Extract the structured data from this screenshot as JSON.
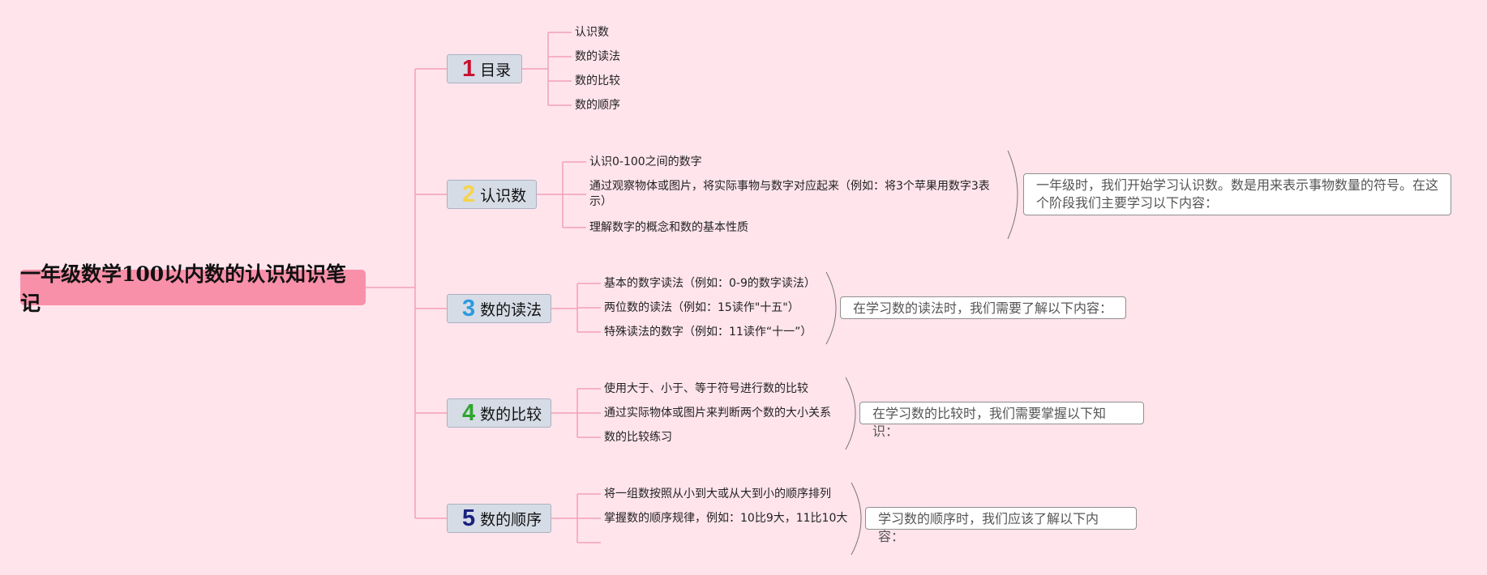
{
  "root": {
    "title": "一年级数学100以内数的认识知识笔记"
  },
  "branches": [
    {
      "num": "1",
      "label": "目录",
      "num_color": "#c8102e",
      "items": [
        "认识数",
        "数的读法",
        "数的比较",
        "数的顺序"
      ]
    },
    {
      "num": "2",
      "label": "认识数",
      "num_color": "#f5d44a",
      "items": [
        "认识0-100之间的数字",
        "通过观察物体或图片，将实际事物与数字对应起来（例如：将3个苹果用数字3表示）",
        "理解数字的概念和数的基本性质"
      ],
      "note": "一年级时，我们开始学习认识数。数是用来表示事物数量的符号。在这个阶段我们主要学习以下内容："
    },
    {
      "num": "3",
      "label": "数的读法",
      "num_color": "#2a9be0",
      "items": [
        "基本的数字读法（例如：0-9的数字读法）",
        "两位数的读法（例如：15读作\"十五\"）",
        "特殊读法的数字（例如：11读作“十一”）"
      ],
      "note": "在学习数的读法时，我们需要了解以下内容："
    },
    {
      "num": "4",
      "label": "数的比较",
      "num_color": "#2ea52e",
      "items": [
        "使用大于、小于、等于符号进行数的比较",
        "通过实际物体或图片来判断两个数的大小关系",
        "数的比较练习"
      ],
      "note": "在学习数的比较时，我们需要掌握以下知识："
    },
    {
      "num": "5",
      "label": "数的顺序",
      "num_color": "#1a237e",
      "items": [
        "将一组数按照从小到大或从大到小的顺序排列",
        "掌握数的顺序规律，例如：10比9大，11比10大",
        ""
      ],
      "note": "学习数的顺序时，我们应该了解以下内容："
    }
  ],
  "colors": {
    "background": "#ffe4ec",
    "root": "#f990a9",
    "connector": "#f4a0b8",
    "node": "#d6dce6"
  }
}
